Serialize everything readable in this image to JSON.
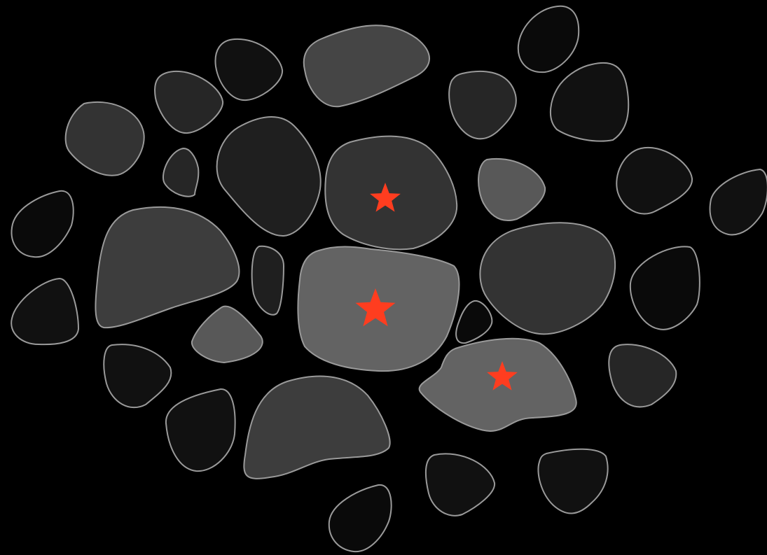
{
  "colors": {
    "background": "#000000",
    "outline": "#9a9a9a",
    "star": "#ff3d1f",
    "shades": [
      "#0a0a0a",
      "#111111",
      "#1f1f1f",
      "#262626",
      "#333333",
      "#3d3d3d",
      "#454545",
      "#585858",
      "#636363"
    ]
  },
  "stones": [
    {
      "id": "stone-1",
      "shade": 1
    },
    {
      "id": "stone-2",
      "shade": 3
    },
    {
      "id": "stone-3",
      "shade": 6
    },
    {
      "id": "stone-4",
      "shade": 0
    },
    {
      "id": "stone-5",
      "shade": 3
    },
    {
      "id": "stone-6",
      "shade": 1
    },
    {
      "id": "stone-7",
      "shade": 4
    },
    {
      "id": "stone-8",
      "shade": 3
    },
    {
      "id": "stone-9",
      "shade": 2
    },
    {
      "id": "stone-10",
      "shade": 4
    },
    {
      "id": "stone-11",
      "shade": 7,
      "marked": true
    },
    {
      "id": "stone-12",
      "shade": 1
    },
    {
      "id": "stone-13",
      "shade": 1
    },
    {
      "id": "stone-14",
      "shade": 0
    },
    {
      "id": "stone-15",
      "shade": 1
    },
    {
      "id": "stone-16",
      "shade": 5
    },
    {
      "id": "stone-17",
      "shade": 2
    },
    {
      "id": "stone-18",
      "shade": 8,
      "marked": true
    },
    {
      "id": "stone-19",
      "shade": 4
    },
    {
      "id": "stone-20",
      "shade": 0
    },
    {
      "id": "stone-21",
      "shade": 0
    },
    {
      "id": "stone-22",
      "shade": 7
    },
    {
      "id": "stone-23",
      "shade": 1
    },
    {
      "id": "stone-24",
      "shade": 1
    },
    {
      "id": "stone-25",
      "shade": 8,
      "marked": true
    },
    {
      "id": "stone-26",
      "shade": 3
    },
    {
      "id": "stone-27",
      "shade": 1
    },
    {
      "id": "stone-28",
      "shade": 5
    },
    {
      "id": "stone-29",
      "shade": 1
    },
    {
      "id": "stone-30",
      "shade": 0
    },
    {
      "id": "stone-31",
      "shade": 0
    },
    {
      "id": "stone-32",
      "shade": 0
    }
  ]
}
